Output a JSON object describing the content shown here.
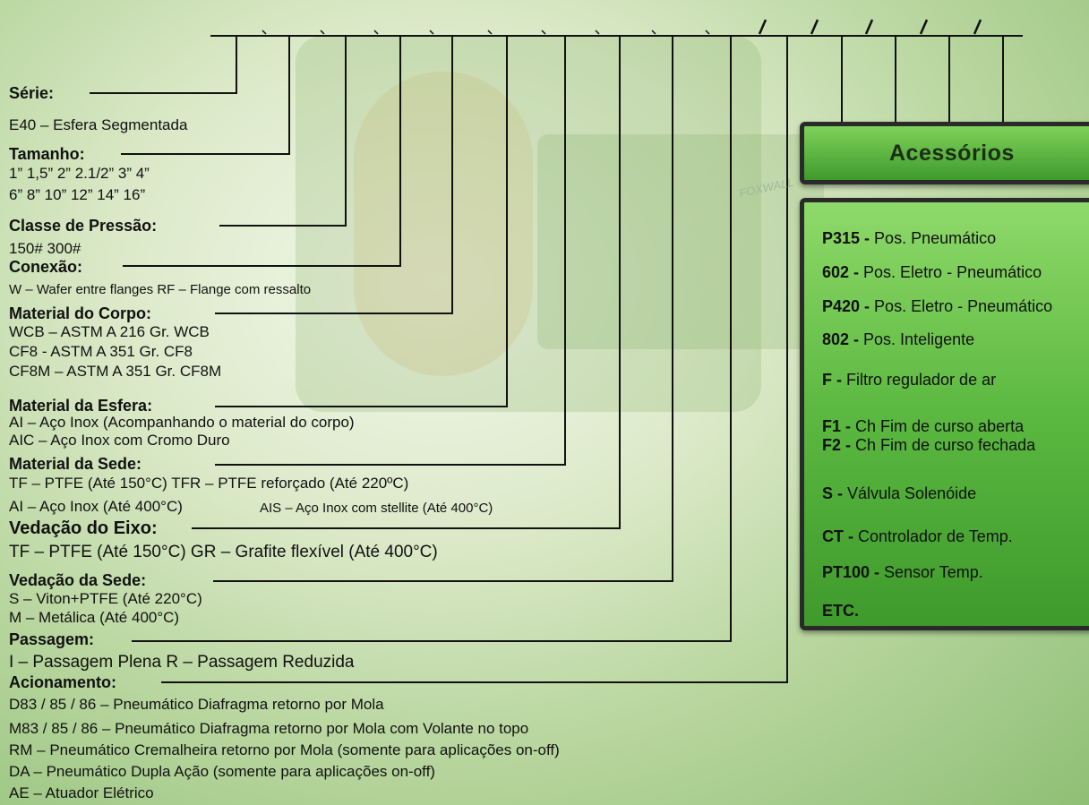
{
  "sections": {
    "serie": {
      "label": "Série:",
      "lines": [
        "E40 – Esfera Segmentada"
      ]
    },
    "tamanho": {
      "label": "Tamanho:",
      "lines": [
        "1”   1,5”   2”    2.1/2”   3”   4”",
        "6”   8”  10”   12”   14”   16”"
      ]
    },
    "classe": {
      "label": "Classe de Pressão:",
      "lines": [
        "150#   300#"
      ]
    },
    "conexao": {
      "label": "Conexão:",
      "lines": [
        "W – Wafer entre flanges   RF – Flange com ressalto"
      ]
    },
    "material_corpo": {
      "label": "Material do Corpo:",
      "lines": [
        "WCB – ASTM A 216 Gr. WCB",
        "CF8 - ASTM A 351 Gr. CF8",
        "CF8M – ASTM A 351 Gr. CF8M"
      ]
    },
    "material_esfera": {
      "label": "Material da Esfera:",
      "lines": [
        "AI – Aço Inox (Acompanhando o material do corpo)",
        "AIC – Aço Inox com Cromo Duro"
      ]
    },
    "material_sede": {
      "label": "Material da Sede:",
      "lines": [
        "TF – PTFE (Até 150°C)   TFR – PTFE reforçado (Até 220ºC)",
        "AI – Aço Inox (Até 400°C)",
        "AIS – Aço Inox com stellite (Até 400°C)"
      ]
    },
    "vedacao_eixo": {
      "label": "Vedação do Eixo:",
      "lines": [
        "TF – PTFE (Até 150°C)   GR – Grafite flexível (Até 400°C)"
      ]
    },
    "vedacao_sede": {
      "label": "Vedação da Sede:",
      "lines": [
        "S – Viton+PTFE (Até 220°C)",
        "M – Metálica (Até 400°C)"
      ]
    },
    "passagem": {
      "label": "Passagem:",
      "lines": [
        "I – Passagem Plena   R – Passagem Reduzida"
      ]
    },
    "acionamento": {
      "label": "Acionamento:",
      "lines": [
        "D83 / 85 / 86 – Pneumático Diafragma retorno por Mola",
        "M83 / 85 / 86 – Pneumático Diafragma retorno por Mola com Volante no topo",
        "RM – Pneumático Cremalheira retorno por Mola (somente para aplicações on-off)",
        "DA – Pneumático Dupla Ação (somente para aplicações on-off)",
        "AE – Atuador Elétrico"
      ]
    }
  },
  "accessories": {
    "title": "Acessórios",
    "items": [
      {
        "code": "P315 -",
        "desc": " Pos. Pneumático"
      },
      {
        "code": "602 -",
        "desc": " Pos. Eletro - Pneumático"
      },
      {
        "code": "P420 -",
        "desc": " Pos. Eletro - Pneumático"
      },
      {
        "code": "802 -",
        "desc": " Pos. Inteligente"
      },
      {
        "code": "F -",
        "desc": " Filtro regulador de ar"
      },
      {
        "code": "F1 -",
        "desc": " Ch Fim de curso aberta"
      },
      {
        "code": "F2 -",
        "desc": " Ch Fim de curso fechada"
      },
      {
        "code": "S -",
        "desc": " Válvula Solenóide"
      },
      {
        "code": "CT -",
        "desc": " Controlador de Temp."
      },
      {
        "code": "PT100 -",
        "desc": " Sensor Temp."
      },
      {
        "code": "ETC.",
        "desc": ""
      }
    ]
  },
  "background_image_text": "FOXWALL",
  "colors": {
    "panel_green": "#5bb840",
    "border": "#2a2a2a",
    "background_green": "#8fbf75"
  }
}
